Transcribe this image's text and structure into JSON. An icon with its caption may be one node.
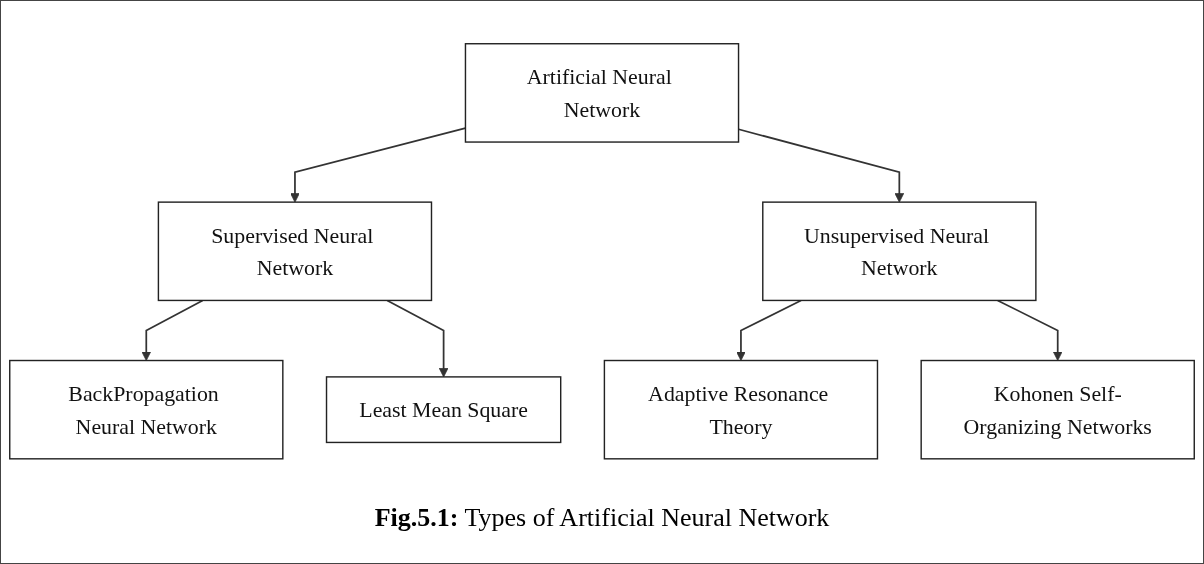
{
  "diagram": {
    "caption": "**Fig.5.1:** Types of Artificial Neural Network",
    "nodes": [
      {
        "text": [
          "Artificial Neural Network"
        ]
      },
      {
        "text": [
          "Supervised Neural Network"
        ]
      },
      {
        "text": [
          "Unsupervised Neural Network"
        ]
      },
      {
        "text": [
          "BackPropagation Neural Network"
        ]
      },
      {
        "text": [
          "Least Mean Square"
        ]
      },
      {
        "text": [
          "Adaptive Resonance Theory"
        ]
      },
      {
        "text": [
          "Kohonen Self-Organizing Networks"
        ]
      }
    ],
    "edges": [
      {
        "from": 0,
        "to": 1,
        "arrow": "to"
      },
      {
        "from": 0,
        "to": 2,
        "arrow": "to"
      },
      {
        "from": 1,
        "to": 3,
        "arrow": "to"
      },
      {
        "from": 1,
        "to": 4,
        "arrow": "to"
      },
      {
        "from": 2,
        "to": 5,
        "arrow": "to"
      },
      {
        "from": 2,
        "to": 6,
        "arrow": "to"
      }
    ]
  }
}
